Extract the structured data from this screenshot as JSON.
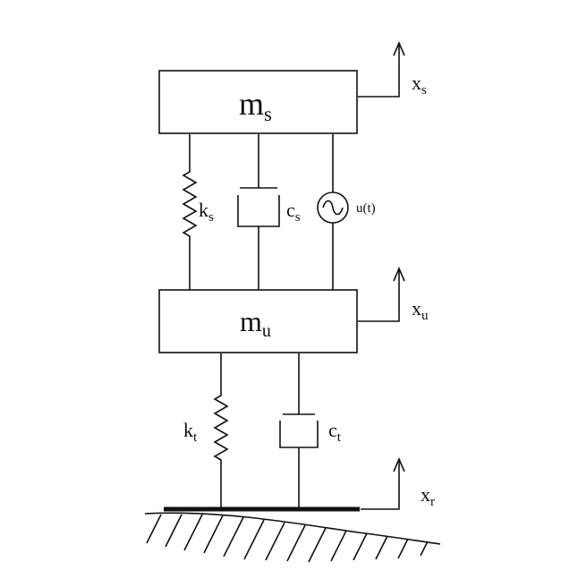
{
  "masses": {
    "sprung": {
      "symbol": "m",
      "subscript": "s"
    },
    "unsprung": {
      "symbol": "m",
      "subscript": "u"
    }
  },
  "elements": {
    "suspension_spring": {
      "symbol": "k",
      "subscript": "s"
    },
    "suspension_damper": {
      "symbol": "c",
      "subscript": "s"
    },
    "actuator": {
      "label": "u(t)"
    },
    "tire_spring": {
      "symbol": "k",
      "subscript": "t"
    },
    "tire_damper": {
      "symbol": "c",
      "subscript": "t"
    }
  },
  "displacements": {
    "sprung": {
      "symbol": "x",
      "subscript": "s"
    },
    "unsprung": {
      "symbol": "x",
      "subscript": "u"
    },
    "road": {
      "symbol": "x",
      "subscript": "r"
    }
  },
  "colors": {
    "line": "#111111",
    "background": "#ffffff"
  }
}
